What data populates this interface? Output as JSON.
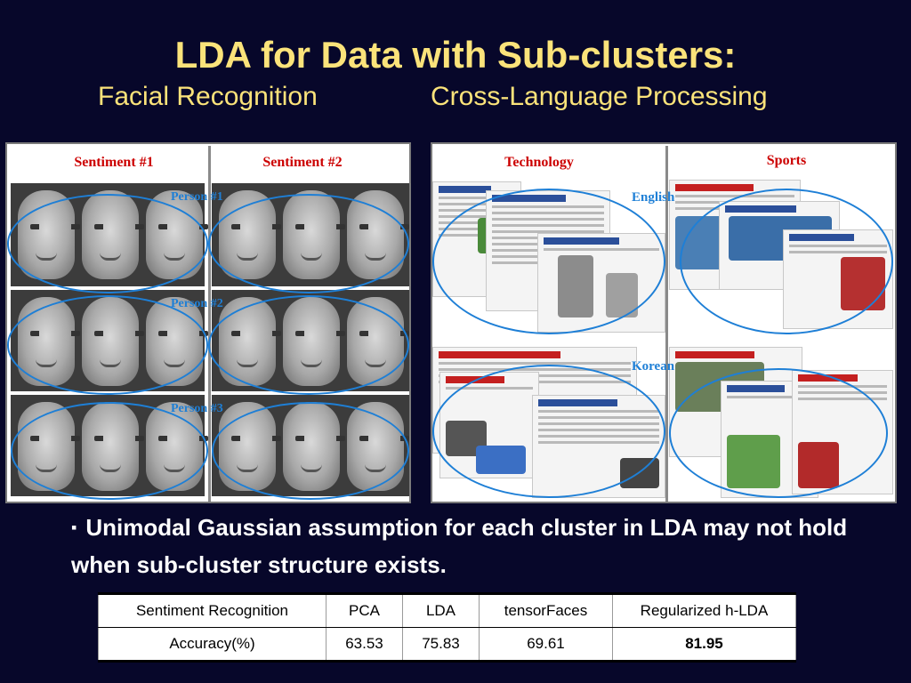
{
  "slide": {
    "title": "LDA for Data with Sub-clusters:",
    "subtitle_left": "Facial Recognition",
    "subtitle_right": "Cross-Language Processing"
  },
  "faces_panel": {
    "col1": "Sentiment #1",
    "col2": "Sentiment #2",
    "persons": [
      "Person #1",
      "Person #2",
      "Person #3"
    ]
  },
  "news_panel": {
    "col1": "Technology",
    "col2": "Sports",
    "languages": [
      "English",
      "Korean"
    ]
  },
  "bullet": "Unimodal Gaussian assumption for each cluster in LDA may not hold when sub-cluster structure exists.",
  "table": {
    "headers": [
      "Sentiment Recognition",
      "PCA",
      "LDA",
      "tensorFaces",
      "Regularized h-LDA"
    ],
    "row": [
      "Accuracy(%)",
      "63.53",
      "75.83",
      "69.61",
      "81.95"
    ]
  },
  "colors": {
    "background": "#07072a",
    "title": "#fbe37a",
    "ellipse": "#1e7fd6",
    "header_red": "#cc0000"
  }
}
